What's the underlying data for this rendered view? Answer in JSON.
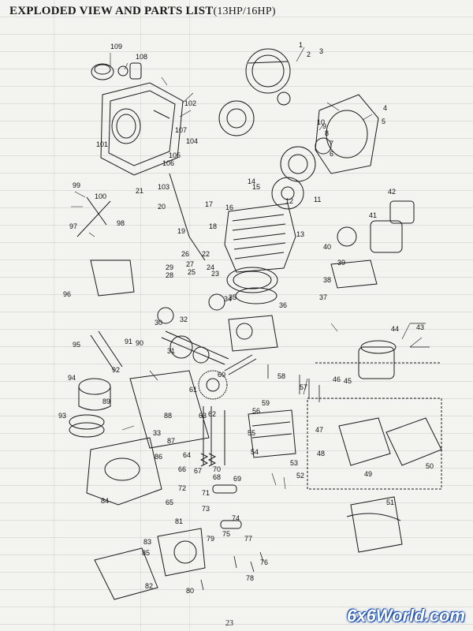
{
  "page": {
    "title": "EXPLODED VIEW AND PARTS LIST",
    "subtitle": "(13HP/16HP)",
    "page_number": "23",
    "watermark": "6x6World.com"
  },
  "callouts": {
    "c1": "1",
    "c2": "2",
    "c3": "3",
    "c4": "4",
    "c5": "5",
    "c6": "6",
    "c7": "7",
    "c8": "8",
    "c9": "9",
    "c10": "10",
    "c11": "11",
    "c12": "12",
    "c13": "13",
    "c14": "14",
    "c15": "15",
    "c16": "16",
    "c17": "17",
    "c18": "18",
    "c19": "19",
    "c20": "20",
    "c21": "21",
    "c22": "22",
    "c23": "23",
    "c24": "24",
    "c25": "25",
    "c26": "26",
    "c27": "27",
    "c28": "28",
    "c29": "29",
    "c30": "30",
    "c31": "31",
    "c32": "32",
    "c33": "33",
    "c34": "34",
    "c35": "35",
    "c36": "36",
    "c37": "37",
    "c38": "38",
    "c39": "39",
    "c40": "40",
    "c41": "41",
    "c42": "42",
    "c43": "43",
    "c44": "44",
    "c45": "45",
    "c46": "46",
    "c47": "47",
    "c48": "48",
    "c49": "49",
    "c50": "50",
    "c51": "51",
    "c52": "52",
    "c53": "53",
    "c54": "54",
    "c55": "55",
    "c56": "56",
    "c57": "57",
    "c58": "58",
    "c59": "59",
    "c60": "60",
    "c61": "61",
    "c62": "62",
    "c63": "63",
    "c64": "64",
    "c65": "65",
    "c66": "66",
    "c67": "67",
    "c68": "68",
    "c69": "69",
    "c70": "70",
    "c71": "71",
    "c72": "72",
    "c73": "73",
    "c74": "74",
    "c75": "75",
    "c76": "76",
    "c77": "77",
    "c78": "78",
    "c79": "79",
    "c80": "80",
    "c81": "81",
    "c82": "82",
    "c83": "83",
    "c84": "84",
    "c85": "85",
    "c86": "86",
    "c87": "87",
    "c88": "88",
    "c89": "89",
    "c90": "90",
    "c91": "91",
    "c92": "92",
    "c93": "93",
    "c94": "94",
    "c95": "95",
    "c96": "96",
    "c97": "97",
    "c98": "98",
    "c99": "99",
    "c100": "100",
    "c101": "101",
    "c102": "102",
    "c103": "103",
    "c104": "104",
    "c105": "105",
    "c106": "106",
    "c107": "107",
    "c108": "108",
    "c109": "109"
  }
}
